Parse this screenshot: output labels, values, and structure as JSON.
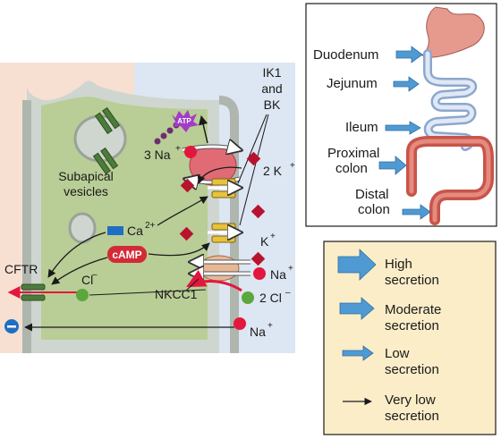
{
  "cell": {
    "ik1_bk_line1": "IK1",
    "ik1_bk_line2": "and",
    "ik1_bk_line3": "BK",
    "atp": "ATP",
    "na3": "3 Na",
    "plus": "+",
    "k2": "2 K",
    "subapical_line1": "Subapical",
    "subapical_line2": "vesicles",
    "ca": "Ca",
    "ca_charge": "2+",
    "camp": "cAMP",
    "k": "K",
    "cftr": "CFTR",
    "cl": "Cl",
    "minus": "–",
    "na_right": "Na",
    "nkcc1": "NKCC1",
    "cl2": "2 Cl",
    "na_bottom": "Na"
  },
  "gut": {
    "duodenum": "Duodenum",
    "jejunum": "Jejunum",
    "ileum": "Ileum",
    "proximal_line1": "Proximal",
    "proximal_line2": "colon",
    "distal_line1": "Distal",
    "distal_line2": "colon"
  },
  "legend": {
    "items": [
      {
        "line1": "High",
        "line2": "secretion"
      },
      {
        "line1": "Moderate",
        "line2": "secretion"
      },
      {
        "line1": "Low",
        "line2": "secretion"
      },
      {
        "line1": "Very low",
        "line2": "secretion"
      }
    ]
  },
  "colors": {
    "lumen": "#f7e0d2",
    "interstitium": "#dde6f3",
    "cytoplasm": "#b9cd96",
    "membrane": "#cfd6cf",
    "channel": "#e58a8e",
    "ion_red": "#e3173e",
    "ion_green": "#5aa83c",
    "diamond": "#b8132e",
    "camp": "#d32a36",
    "arrow_blue": "#4f9ad3",
    "legend_bg": "#fbedc8",
    "colon": "#c8544a",
    "stomach": "#e69a8e"
  }
}
